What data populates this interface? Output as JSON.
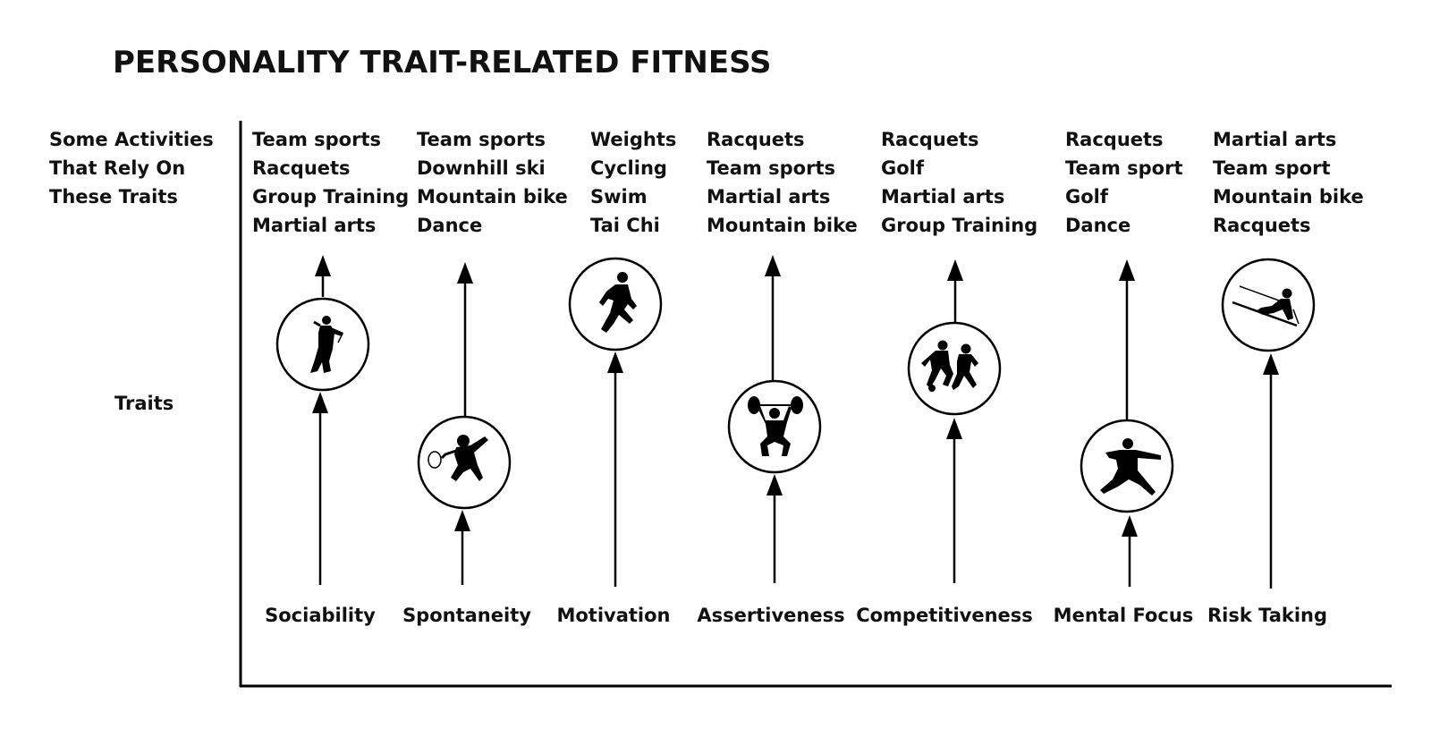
{
  "title": "PERSONALITY TRAIT-RELATED FITNESS",
  "labels": {
    "activities": [
      "Some Activities",
      "That Rely On",
      "These Traits"
    ],
    "traits": "Traits"
  },
  "columns": [
    {
      "trait": "Sociability",
      "activities": [
        "Team sports",
        "Racquets",
        "Group Training",
        "Martial arts"
      ],
      "icon": "golfer-icon"
    },
    {
      "trait": "Spontaneity",
      "activities": [
        "Team sports",
        "Downhill ski",
        "Mountain bike",
        "Dance"
      ],
      "icon": "tennis-player-icon"
    },
    {
      "trait": "Motivation",
      "activities": [
        "Weights",
        "Cycling",
        "Swim",
        "Tai Chi"
      ],
      "icon": "runner-icon"
    },
    {
      "trait": "Assertiveness",
      "activities": [
        "Racquets",
        "Team sports",
        "Martial arts",
        "Mountain bike"
      ],
      "icon": "weightlifter-icon"
    },
    {
      "trait": "Competitiveness",
      "activities": [
        "Racquets",
        "Golf",
        "Martial arts",
        "Group Training"
      ],
      "icon": "soccer-players-icon"
    },
    {
      "trait": "Mental Focus",
      "activities": [
        "Racquets",
        "Team sport",
        "Golf",
        "Dance"
      ],
      "icon": "martial-artist-icon"
    },
    {
      "trait": "Risk Taking",
      "activities": [
        "Martial arts",
        "Team sport",
        "Mountain bike",
        "Racquets"
      ],
      "icon": "skier-icon"
    }
  ]
}
